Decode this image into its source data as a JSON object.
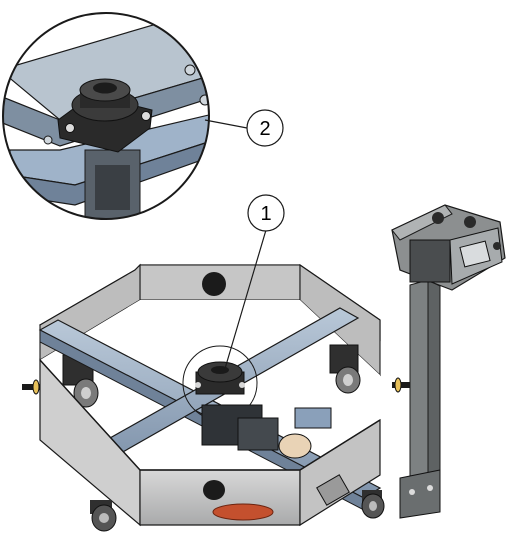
{
  "callouts": [
    {
      "label": "2",
      "refers_to": "detail-bearing-block"
    },
    {
      "label": "1",
      "refers_to": "center-bearing-location"
    }
  ],
  "colors": {
    "frame": "#c9c9c9",
    "frame_dark": "#7d8182",
    "steel_blue": "#9fb3c9",
    "steel_blue_dark": "#6f8299",
    "black_part": "#2a2a2a",
    "outline": "#1a1a1a",
    "accent_red": "#c4502e",
    "accent_yellow": "#e8c15a",
    "handle_beige": "#e9d3b6"
  },
  "icons": [
    "detail-magnifier-circle",
    "caster-wheel",
    "bearing-block",
    "handle-mount"
  ]
}
